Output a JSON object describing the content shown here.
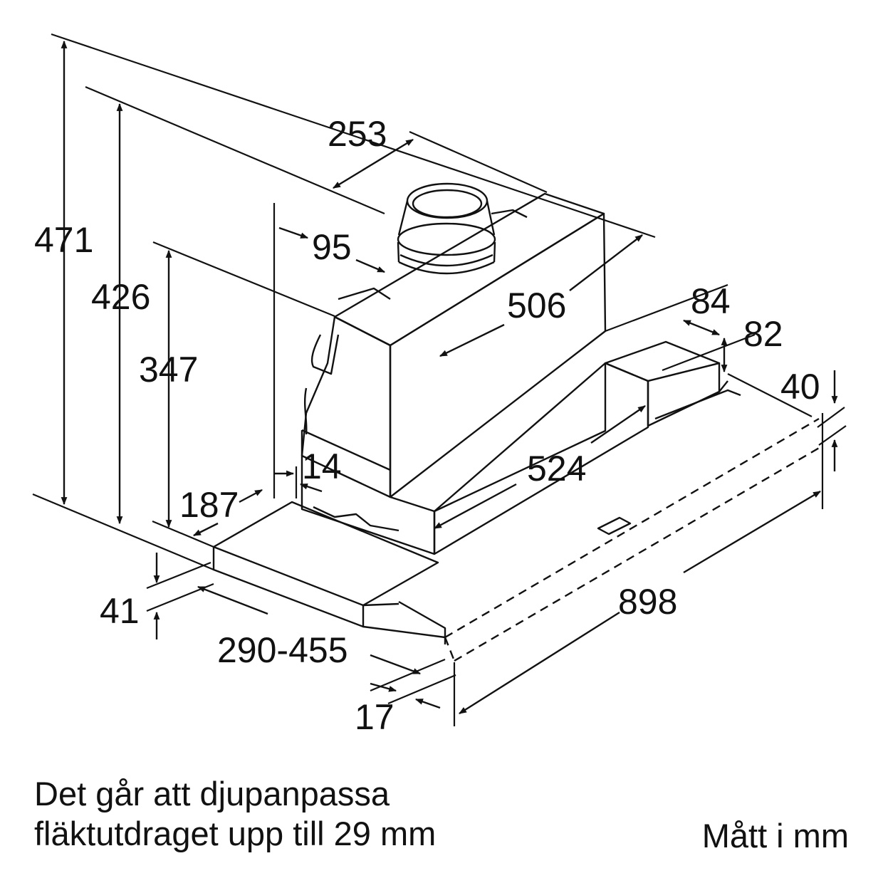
{
  "colors": {
    "line": "#111111",
    "background": "#ffffff"
  },
  "dimensions": {
    "total_height": "471",
    "height_without_outlet": "426",
    "body_height": "347",
    "outlet_diameter": "253",
    "outlet_offset": "95",
    "body_depth": "506",
    "bracket_width": "84",
    "bracket_height": "82",
    "panel_thickness": "40",
    "front_offset": "14",
    "front_depth": "187",
    "front_height": "41",
    "extension_range": "290-455",
    "front_lip": "17",
    "body_width": "524",
    "total_width": "898"
  },
  "notes": {
    "depth_line_1": "Det går att djupanpassa",
    "depth_line_2": "fläktutdraget upp till 29 mm",
    "units": "Mått i mm"
  }
}
